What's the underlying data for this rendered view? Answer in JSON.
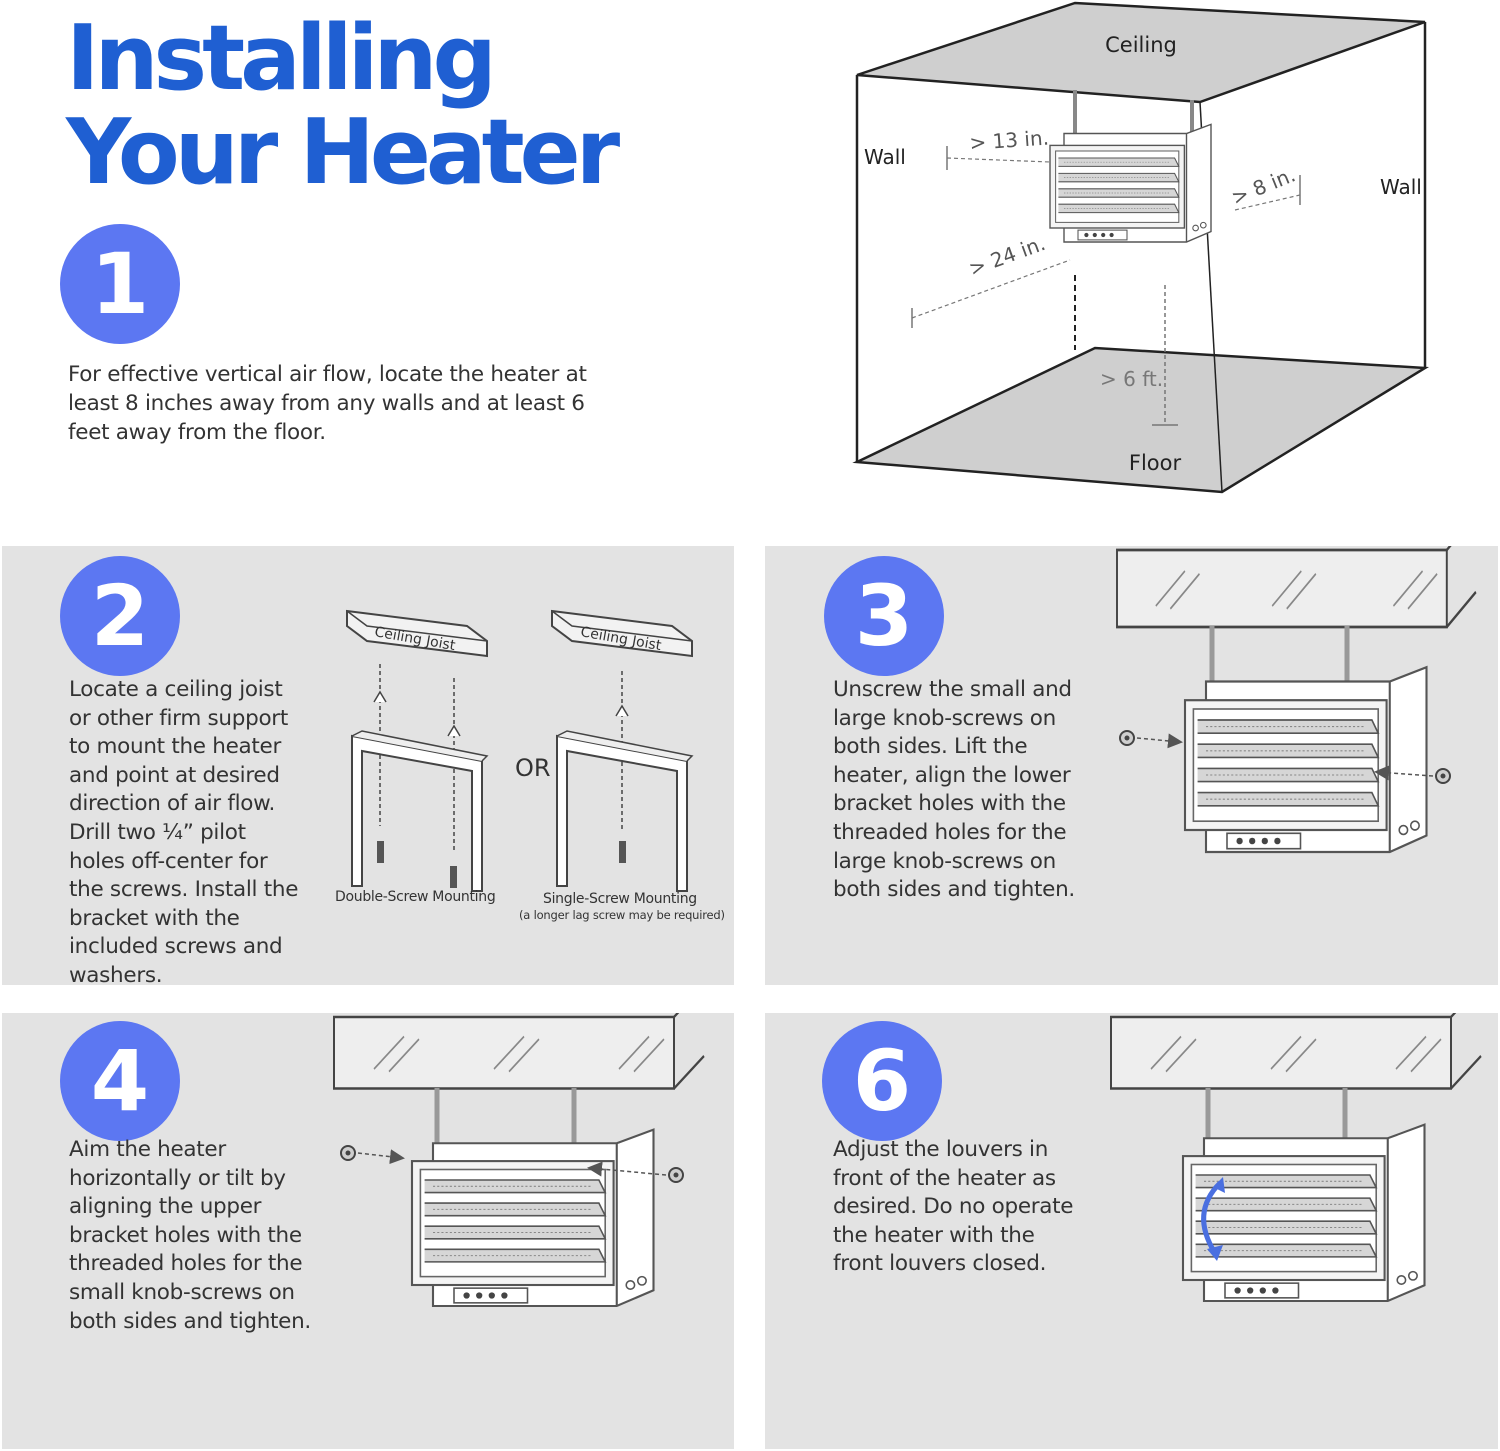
{
  "title": {
    "line1": "Installing",
    "line2": "Your Heater"
  },
  "steps": [
    {
      "number": "1",
      "text": "For effective vertical air flow, locate the heater at\nleast 8 inches away from any walls and at least 6\nfeet away from the floor."
    },
    {
      "number": "2",
      "text": "Locate a ceiling joist\nor other firm support\nto mount the heater\nand point at desired\ndirection of air flow.\nDrill two ¼” pilot\nholes off-center for\nthe screws. Install the\nbracket with the\nincluded screws and\nwashers."
    },
    {
      "number": "3",
      "text": "Unscrew the small and\nlarge knob-screws on\nboth sides. Lift the\nheater, align the lower\nbracket holes with the\nthreaded holes for the\nlarge knob-screws on\nboth sides and tighten."
    },
    {
      "number": "4",
      "text": "Aim the heater\nhorizontally or tilt by\naligning the upper\nbracket holes with the\nthreaded holes for the\nsmall knob-screws on\nboth sides and tighten."
    },
    {
      "number": "6",
      "text": "Adjust the louvers in\nfront of the heater as\ndesired. Do no operate\nthe heater with the\nfront louvers closed."
    }
  ],
  "room_diagram": {
    "ceiling": "Ceiling",
    "floor": "Floor",
    "wall_left": "Wall",
    "wall_right": "Wall",
    "dist_side": "> 13 in.",
    "dist_back": "> 8 in.",
    "dist_front": "> 24 in.",
    "dist_floor": "> 6 ft."
  },
  "mounting_diagram": {
    "joist_label_a": "Ceiling Joist",
    "joist_label_b": "Ceiling Joist",
    "or_label": "OR",
    "double_caption": "Double-Screw Mounting",
    "single_caption": "Single-Screw Mounting",
    "single_note": "(a longer lag screw may be required)"
  },
  "colors": {
    "title": "#1f5fd2",
    "badge": "#5c77f2",
    "panel": "#e3e3e3",
    "body_text": "#333333",
    "arrow": "#4a6fe0"
  }
}
